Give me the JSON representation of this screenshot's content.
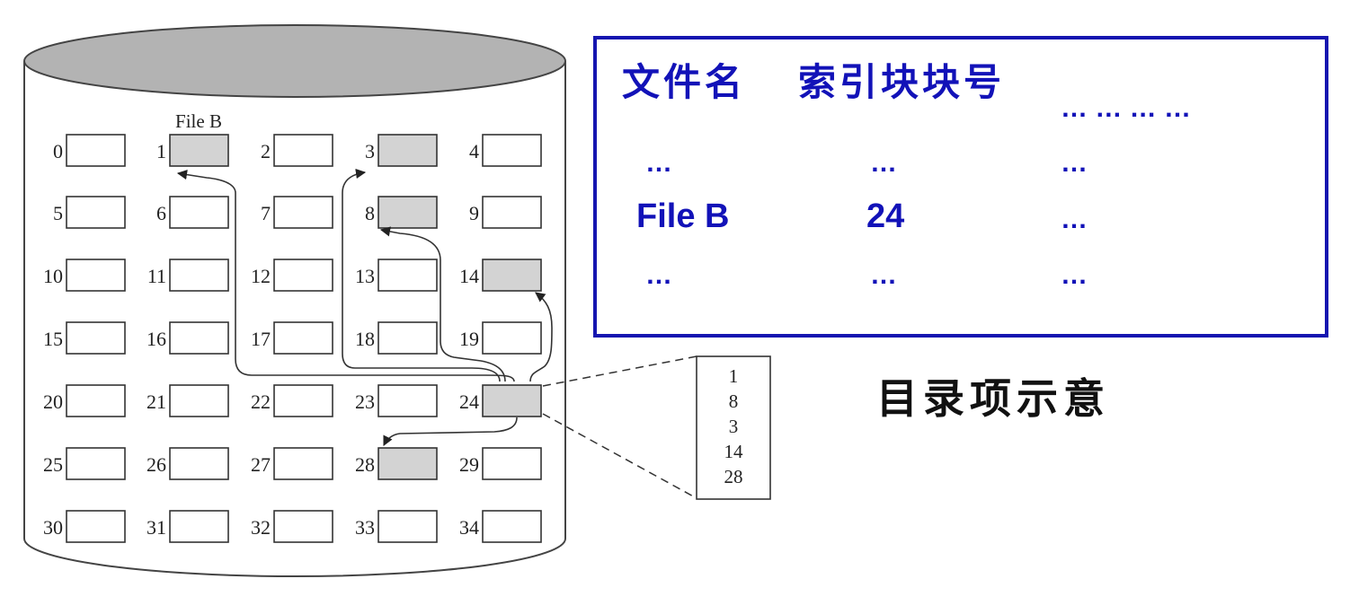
{
  "disk": {
    "file_label": "File B",
    "block_numbers": [
      "0",
      "1",
      "2",
      "3",
      "4",
      "5",
      "6",
      "7",
      "8",
      "9",
      "10",
      "11",
      "12",
      "13",
      "14",
      "15",
      "16",
      "17",
      "18",
      "19",
      "20",
      "21",
      "22",
      "23",
      "24",
      "25",
      "26",
      "27",
      "28",
      "29",
      "30",
      "31",
      "32",
      "33",
      "34"
    ],
    "shaded_blocks": [
      "1",
      "3",
      "8",
      "14",
      "24",
      "28"
    ],
    "index_block_number": "24",
    "index_block_contents": [
      "1",
      "8",
      "3",
      "14",
      "28"
    ]
  },
  "directory_entry": {
    "headers": [
      "文件名",
      "索引块块号",
      "… … … …"
    ],
    "rows": [
      [
        "…",
        "…",
        "…"
      ],
      [
        "File B",
        "24",
        "…"
      ],
      [
        "…",
        "…",
        "…"
      ]
    ]
  },
  "caption": "目录项示意",
  "colors": {
    "entry_text": "#1212b8",
    "entry_border": "#1515b0",
    "shaded_block": "#d3d3d3",
    "disk_top": "#b3b3b3"
  }
}
